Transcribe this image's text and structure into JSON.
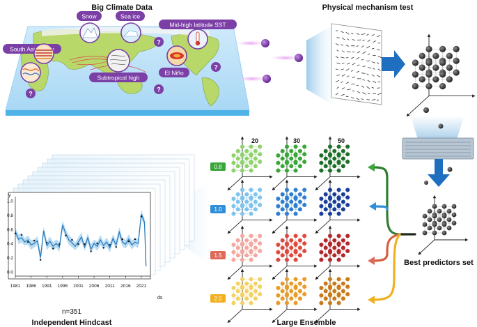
{
  "sections": {
    "big_climate_data": "Big Climate Data",
    "physical_mechanism_test": "Physical mechanism test",
    "best_predictors_set": "Best predictors set",
    "large_ensemble": "Large Ensemble",
    "independent_hindcast": "Independent Hindcast"
  },
  "map_tags": {
    "snow": "Snow",
    "sea_ice": "Sea ice",
    "mid_high_sst": "Mid-high latitude SST",
    "south_asian_high": "South Asian high",
    "subtropical_high": "Subtropical high",
    "el_nino": "El Niño",
    "unknown": "?"
  },
  "ensemble": {
    "column_headers": [
      "20",
      "30",
      "50"
    ],
    "row_labels": [
      "0.8",
      "1.0",
      "1.5",
      "2.0"
    ],
    "row_colors": [
      "#3aa63a",
      "#2f8fd8",
      "#e06a5a",
      "#f0b020"
    ]
  },
  "hindcast": {
    "n_label": "n=351",
    "y_axis_label": "y",
    "x_axis_label": "ds"
  },
  "colors": {
    "purple": "#7b3fa6",
    "arrow_blue": "#1e6fc0",
    "hindcast_line": "#2b7bbf",
    "hindcast_band": "#a9d3ef"
  },
  "chart_data": {
    "type": "line",
    "title": "",
    "xlabel": "ds",
    "ylabel": "y",
    "xlim": [
      1981,
      2023
    ],
    "ylim": [
      0.0,
      1.0
    ],
    "x_ticks": [
      "1981",
      "1986",
      "1991",
      "1996",
      "2001",
      "2006",
      "2011",
      "2016",
      "2021"
    ],
    "y_ticks": [
      "0.0",
      "0.2",
      "0.4",
      "0.6",
      "0.8",
      "1.0"
    ],
    "series": [
      {
        "x": [
          1981,
          1982,
          1983,
          1984,
          1985,
          1986,
          1987,
          1988,
          1989,
          1990,
          1991,
          1992,
          1993,
          1994,
          1995,
          1996,
          1997,
          1998,
          1999,
          2000,
          2001,
          2002,
          2003,
          2004,
          2005,
          2006,
          2007,
          2008,
          2009,
          2010,
          2011,
          2012,
          2013,
          2014,
          2015,
          2016,
          2017,
          2018,
          2019,
          2020,
          2021,
          2022
        ],
        "values": [
          0.57,
          0.46,
          0.48,
          0.42,
          0.45,
          0.38,
          0.4,
          0.44,
          0.2,
          0.58,
          0.37,
          0.43,
          0.36,
          0.4,
          0.35,
          0.66,
          0.54,
          0.45,
          0.41,
          0.36,
          0.42,
          0.49,
          0.35,
          0.48,
          0.32,
          0.4,
          0.36,
          0.45,
          0.37,
          0.42,
          0.34,
          0.47,
          0.38,
          0.56,
          0.42,
          0.39,
          0.46,
          0.38,
          0.42,
          0.4,
          0.81,
          0.7
        ]
      }
    ]
  }
}
